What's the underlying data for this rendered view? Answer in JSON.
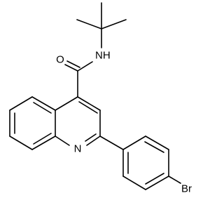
{
  "molecule": {
    "atoms": {
      "carbonyl_oxygen": "O",
      "amide_nitrogen": "NH",
      "ring_nitrogen": "N",
      "bromine": "Br"
    },
    "colors": {
      "bond": "#000000",
      "label": "#000000",
      "background": "#ffffff"
    }
  }
}
